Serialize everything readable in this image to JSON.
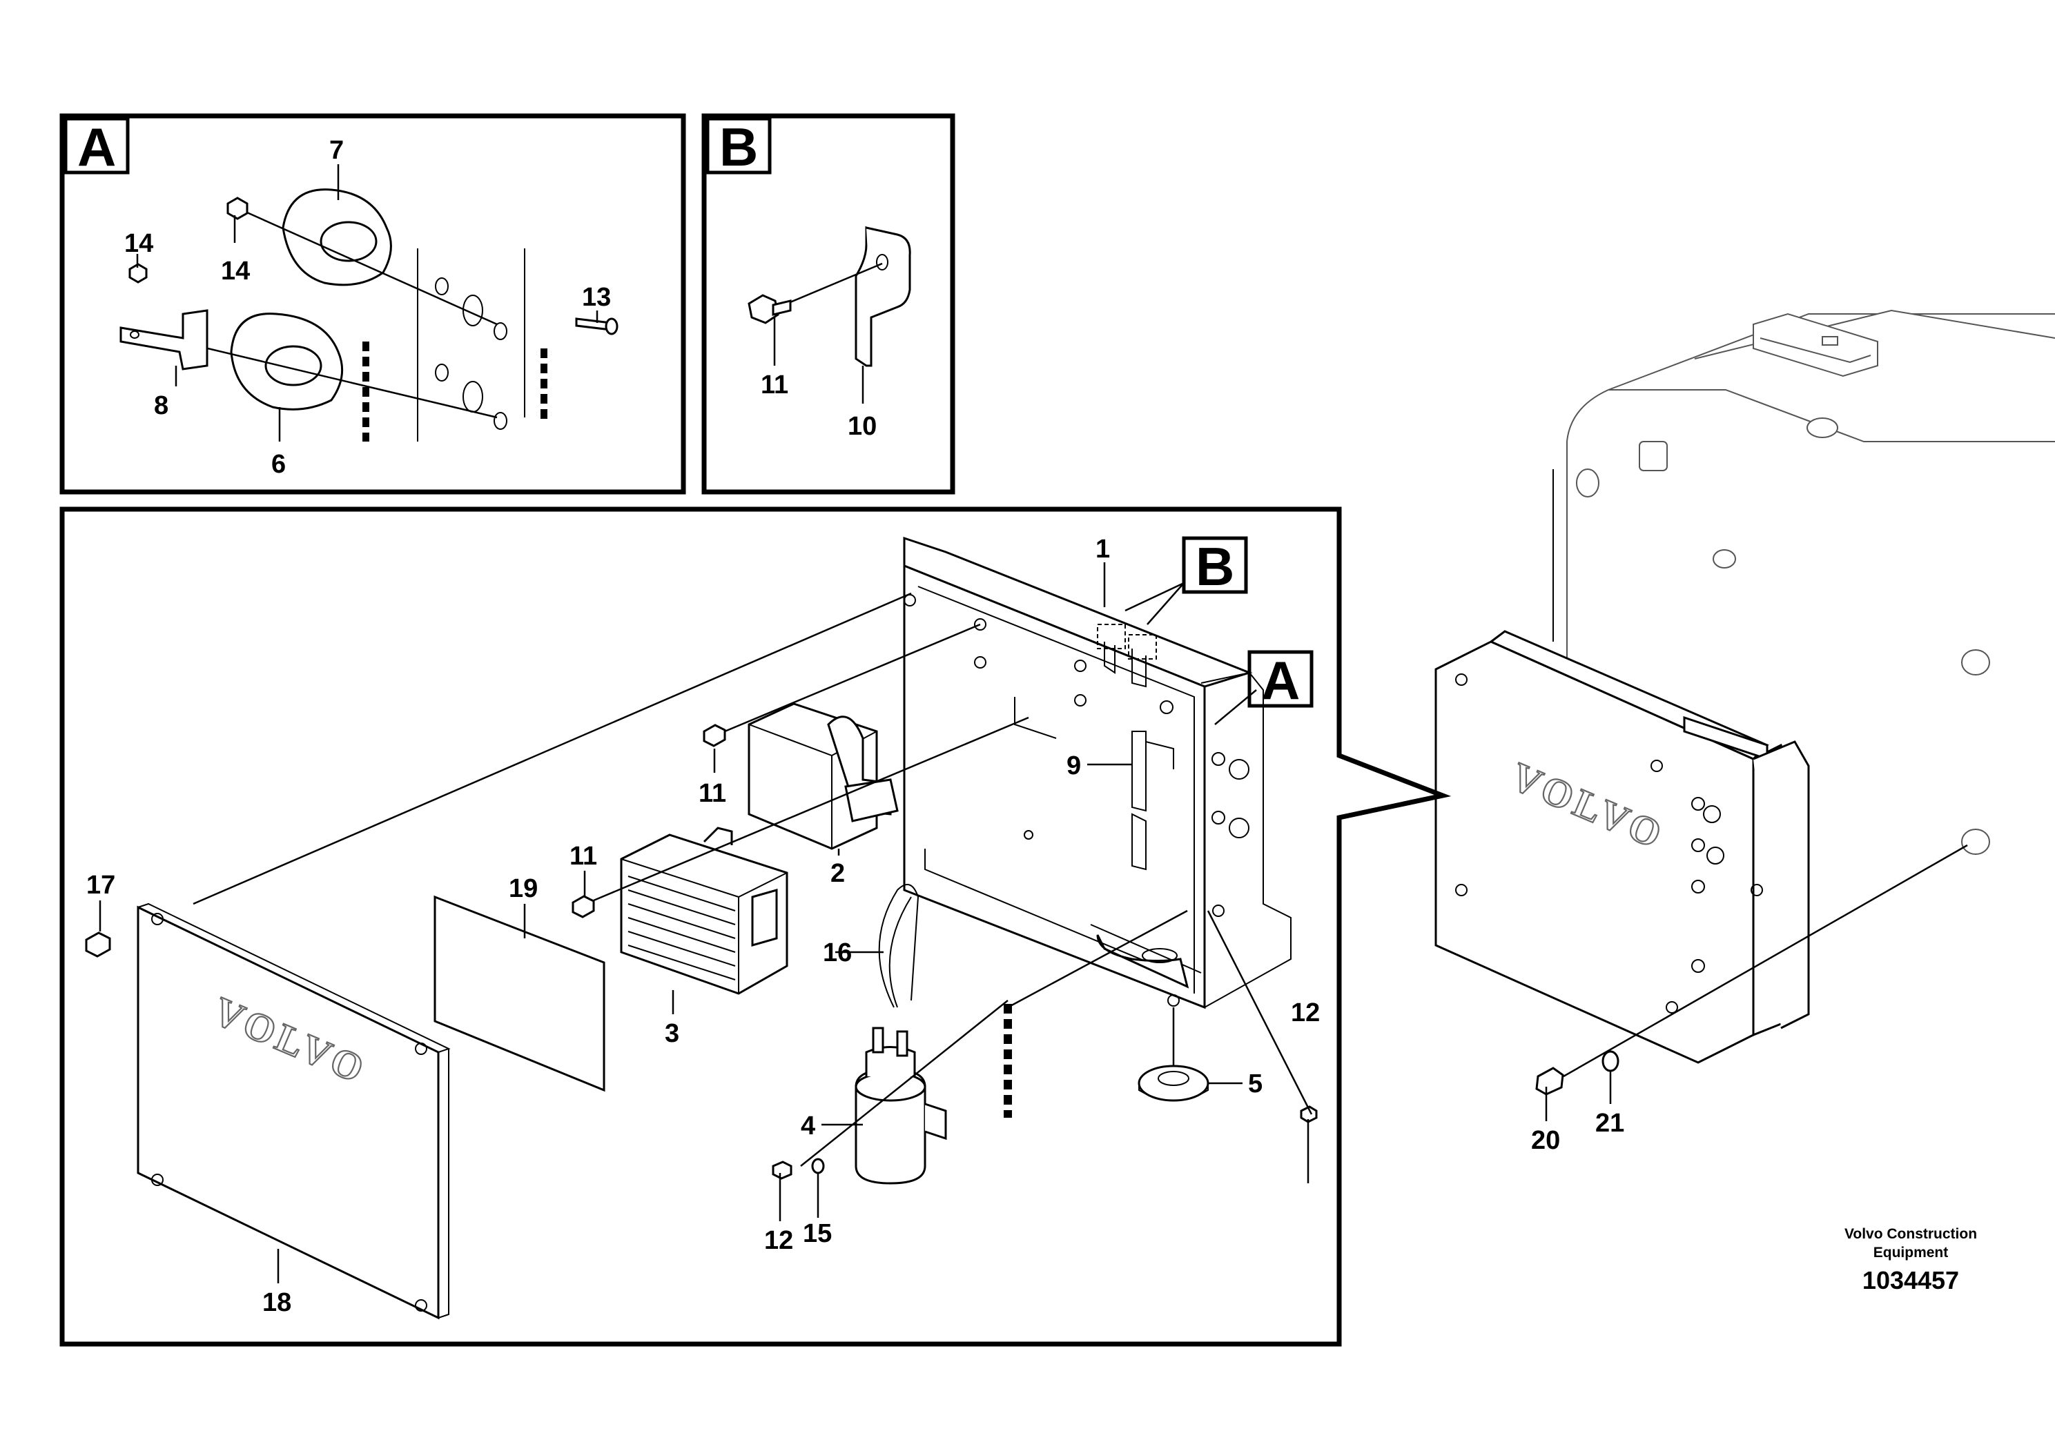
{
  "panels": {
    "a": {
      "tag": "A"
    },
    "b": {
      "tag": "B"
    },
    "main_callouts": {
      "a": "A",
      "b": "B"
    }
  },
  "labels": {
    "p1": "1",
    "p2": "2",
    "p3": "3",
    "p4": "4",
    "p5": "5",
    "p6": "6",
    "p7": "7",
    "p8": "8",
    "p9": "9",
    "p10": "10",
    "p11a": "11",
    "p11b": "11",
    "p11c": "11",
    "p12a": "12",
    "p12b": "12",
    "p13": "13",
    "p14a": "14",
    "p14b": "14",
    "p15": "15",
    "p16": "16",
    "p17": "17",
    "p18": "18",
    "p19": "19",
    "p20": "20",
    "p21": "21"
  },
  "logos": {
    "cover": "VOLVO",
    "box": "VOLVO"
  },
  "footer": {
    "company_line1": "Volvo Construction",
    "company_line2": "Equipment",
    "drawing_number": "1034457"
  }
}
